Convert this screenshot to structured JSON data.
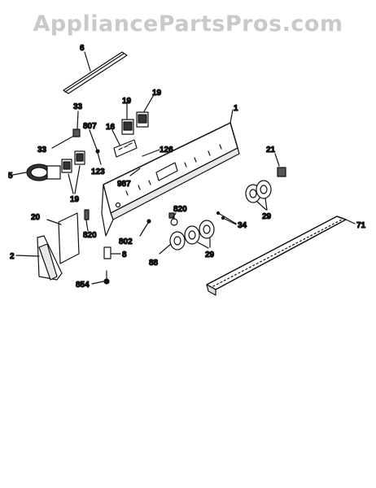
{
  "watermark": "AppliancePartsPros.com",
  "callouts": [
    {
      "id": "c6",
      "text": "6"
    },
    {
      "id": "c1",
      "text": "1"
    },
    {
      "id": "c19a",
      "text": "19"
    },
    {
      "id": "c19b",
      "text": "19"
    },
    {
      "id": "c33a",
      "text": "33"
    },
    {
      "id": "c807",
      "text": "807"
    },
    {
      "id": "c16",
      "text": "16"
    },
    {
      "id": "c33b",
      "text": "33"
    },
    {
      "id": "c126",
      "text": "126"
    },
    {
      "id": "c21",
      "text": "21"
    },
    {
      "id": "c123",
      "text": "123"
    },
    {
      "id": "c5",
      "text": "5"
    },
    {
      "id": "c987",
      "text": "987"
    },
    {
      "id": "c19c",
      "text": "19"
    },
    {
      "id": "c20",
      "text": "20"
    },
    {
      "id": "c820a",
      "text": "820"
    },
    {
      "id": "c820b",
      "text": "820"
    },
    {
      "id": "c29a",
      "text": "29"
    },
    {
      "id": "c34",
      "text": "34"
    },
    {
      "id": "c71",
      "text": "71"
    },
    {
      "id": "c802",
      "text": "802"
    },
    {
      "id": "c2",
      "text": "2"
    },
    {
      "id": "c8",
      "text": "8"
    },
    {
      "id": "c29b",
      "text": "29"
    },
    {
      "id": "c88",
      "text": "88"
    },
    {
      "id": "c854",
      "text": "854"
    }
  ],
  "colors": {
    "ink": "#111111",
    "watermark": "#c9c9c9",
    "background": "#ffffff"
  }
}
